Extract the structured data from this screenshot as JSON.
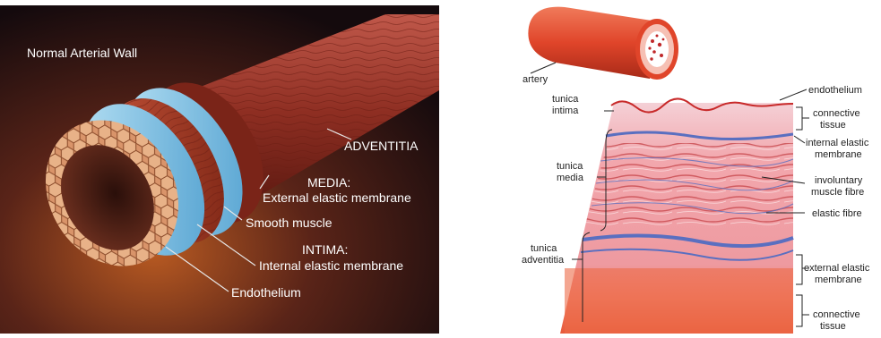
{
  "left": {
    "title": "Normal Arterial Wall",
    "labels": {
      "adventitia": "ADVENTITIA",
      "media_heading": "MEDIA:",
      "external_elastic": "External elastic membrane",
      "smooth_muscle": "Smooth muscle",
      "intima_heading": "INTIMA:",
      "internal_elastic": "Internal elastic membrane",
      "endothelium": "Endothelium"
    }
  },
  "right": {
    "labels": {
      "artery": "artery",
      "tunica_intima_1": "tunica",
      "tunica_intima_2": "intima",
      "tunica_media_1": "tunica",
      "tunica_media_2": "media",
      "tunica_adventitia_1": "tunica",
      "tunica_adventitia_2": "adventitia",
      "endothelium": "endothelium",
      "connective_tissue_1": "connective",
      "connective_tissue_2": "tissue",
      "internal_elastic_1": "internal elastic",
      "internal_elastic_2": "membrane",
      "involuntary_1": "involuntary",
      "involuntary_2": "muscle fibre",
      "elastic_fibre": "elastic fibre",
      "external_elastic_1": "external elastic",
      "external_elastic_2": "membrane",
      "connective_bottom_1": "connective",
      "connective_bottom_2": "tissue"
    }
  },
  "colors": {
    "bg_dark": "#1a0d0f",
    "bg_glow": "#a8501e",
    "adventitia": "#9c3a2a",
    "elastic_blue": "#7ec4e6",
    "muscle_red": "#b03a24",
    "endothelium_tan": "#d99a6a",
    "artery_red": "#e0452a",
    "fibre_blue": "#5a6fc0",
    "intima_pink": "#f3c6cc"
  }
}
